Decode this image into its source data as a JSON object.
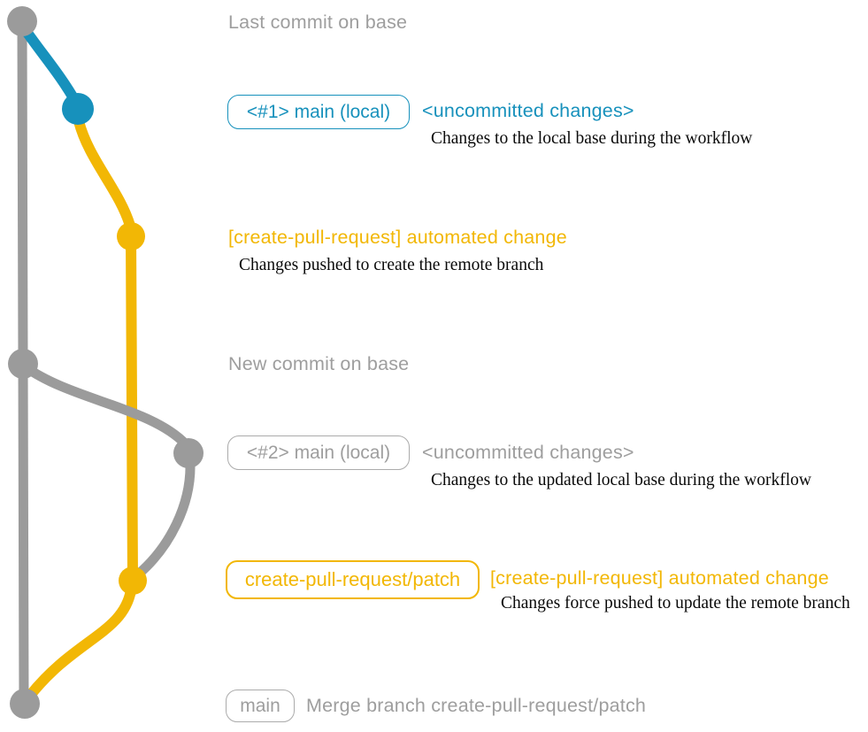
{
  "colors": {
    "base_gray": "#9b9b9b",
    "branch_blue": "#1791bc",
    "branch_yellow": "#f2b705",
    "label_gray": "#9e9e9e",
    "description_black": "#0a0a0a"
  },
  "labels": {
    "last_commit_on_base": "Last commit on base",
    "new_commit_on_base": "New commit on base"
  },
  "sections": {
    "local_1": {
      "badge": "<#1> main (local)",
      "heading": "<uncommitted changes>",
      "description": "Changes to the local base during the workflow"
    },
    "remote_1": {
      "heading": "[create-pull-request] automated change",
      "description": "Changes pushed to create the remote branch"
    },
    "local_2": {
      "badge": "<#2> main (local)",
      "heading": "<uncommitted changes>",
      "description": "Changes to the updated local base during the workflow"
    },
    "remote_2": {
      "badge": "create-pull-request/patch",
      "heading": "[create-pull-request] automated change",
      "description": "Changes force pushed to update the remote branch"
    },
    "merge": {
      "badge": "main",
      "heading": "Merge branch create-pull-request/patch"
    }
  },
  "graph": {
    "branches": [
      "base",
      "main (local)",
      "create-pull-request/patch"
    ],
    "nodes": [
      "commit-last-on-base",
      "commit-uncommitted-1",
      "commit-automated-1",
      "commit-new-on-base",
      "commit-uncommitted-2",
      "commit-automated-2",
      "commit-merge"
    ]
  }
}
